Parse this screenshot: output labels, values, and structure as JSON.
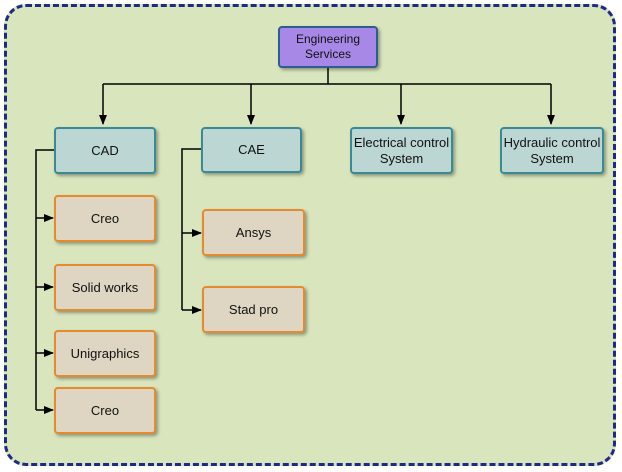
{
  "root": {
    "label": "Engineering Services"
  },
  "categories": [
    {
      "label": "CAD",
      "children": [
        "Creo",
        "Solid works",
        "Unigraphics",
        "Creo"
      ]
    },
    {
      "label": "CAE",
      "children": [
        "Ansys",
        "Stad pro"
      ]
    },
    {
      "label": "Electrical control System",
      "children": []
    },
    {
      "label": "Hydraulic control System",
      "children": []
    }
  ],
  "colors": {
    "frame_border": "#1f2a86",
    "background": "#d8e5bd",
    "root_fill": "#a888e6",
    "category_fill": "#bcd7d3",
    "category_border": "#3a8a95",
    "leaf_fill": "#ded5c3",
    "leaf_border": "#e68a2e",
    "connector": "#000000"
  }
}
